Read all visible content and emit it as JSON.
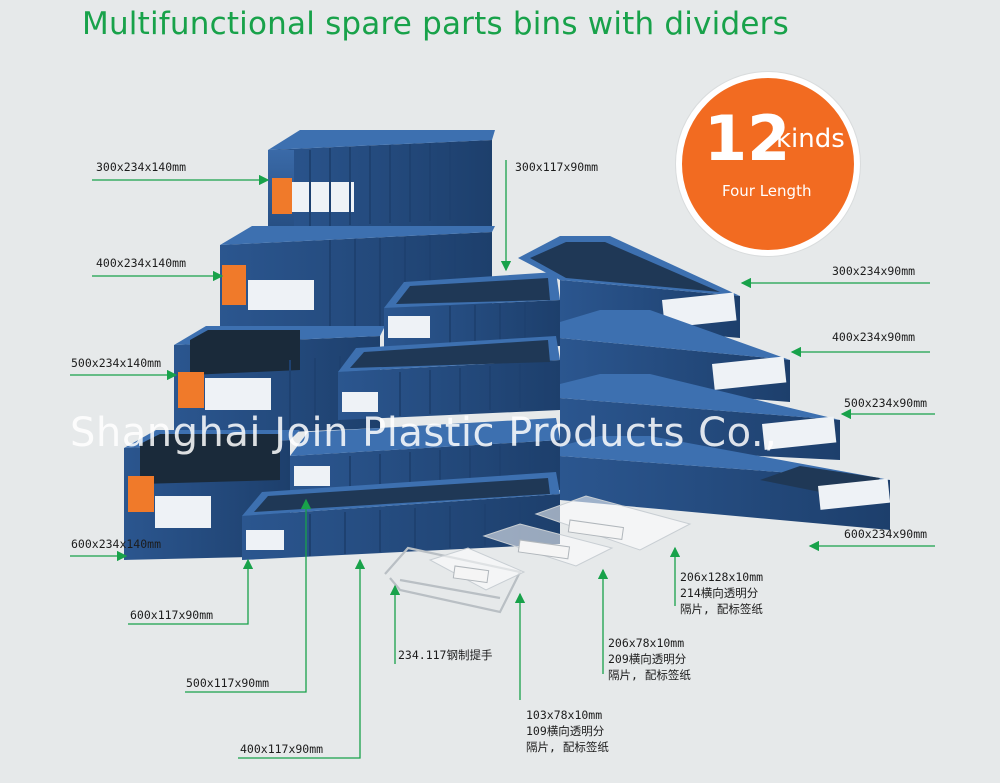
{
  "title": "Multifunctional spare parts bins with dividers",
  "badge": {
    "number": "12",
    "unit": "kinds",
    "subtitle": "Four Length"
  },
  "watermark": "Shanghai Join Plastic Products Co.,",
  "labels": {
    "l300x234x140": "300x234x140mm",
    "l400x234x140": "400x234x140mm",
    "l500x234x140": "500x234x140mm",
    "l600x234x140": "600x234x140mm",
    "l300x117x90": "300x117x90mm",
    "l300x234x90": "300x234x90mm",
    "l400x234x90": "400x234x90mm",
    "l500x234x90": "500x234x90mm",
    "l600x234x90": "600x234x90mm",
    "l600x117x90": "600x117x90mm",
    "l500x117x90": "500x117x90mm",
    "l400x117x90": "400x117x90mm",
    "handle": "234.117钢制提手",
    "div206x128_1": "206x128x10mm",
    "div206x128_2": "214横向透明分",
    "div206x128_3": "隔片, 配标签纸",
    "div206x78_1": "206x78x10mm",
    "div206x78_2": "209横向透明分",
    "div206x78_3": "隔片, 配标签纸",
    "div103x78_1": "103x78x10mm",
    "div103x78_2": "109横向透明分",
    "div103x78_3": "隔片, 配标签纸"
  },
  "colors": {
    "bin": "#2f5d9a",
    "bin_dark": "#1f426f",
    "arrow": "#18a24a",
    "badge": "#f26b21"
  }
}
